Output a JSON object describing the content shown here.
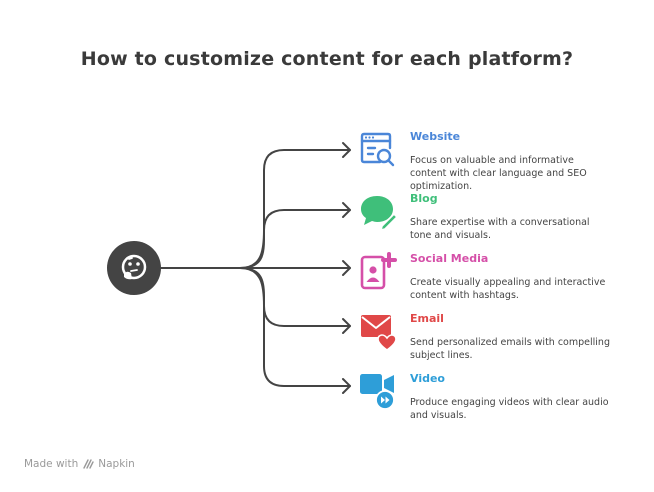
{
  "title": "How to customize content for each platform?",
  "center": {
    "icon": "thinking-face-icon"
  },
  "items": [
    {
      "heading": "Website",
      "color": "#4a86d8",
      "icon": "website-search-icon",
      "description": "Focus on valuable and informative content with clear language and SEO optimization."
    },
    {
      "heading": "Blog",
      "color": "#3fbf7a",
      "icon": "chat-pencil-icon",
      "description": "Share expertise with a conversational tone and visuals."
    },
    {
      "heading": "Social Media",
      "color": "#d54fa8",
      "icon": "profile-add-icon",
      "description": "Create visually appealing and interactive content with hashtags."
    },
    {
      "heading": "Email",
      "color": "#e04848",
      "icon": "envelope-heart-icon",
      "description": "Send personalized emails with compelling subject lines."
    },
    {
      "heading": "Video",
      "color": "#2e9ed8",
      "icon": "video-camera-icon",
      "description": "Produce engaging videos with clear audio and visuals."
    }
  ],
  "footer": {
    "prefix": "Made with",
    "brand": "Napkin"
  }
}
